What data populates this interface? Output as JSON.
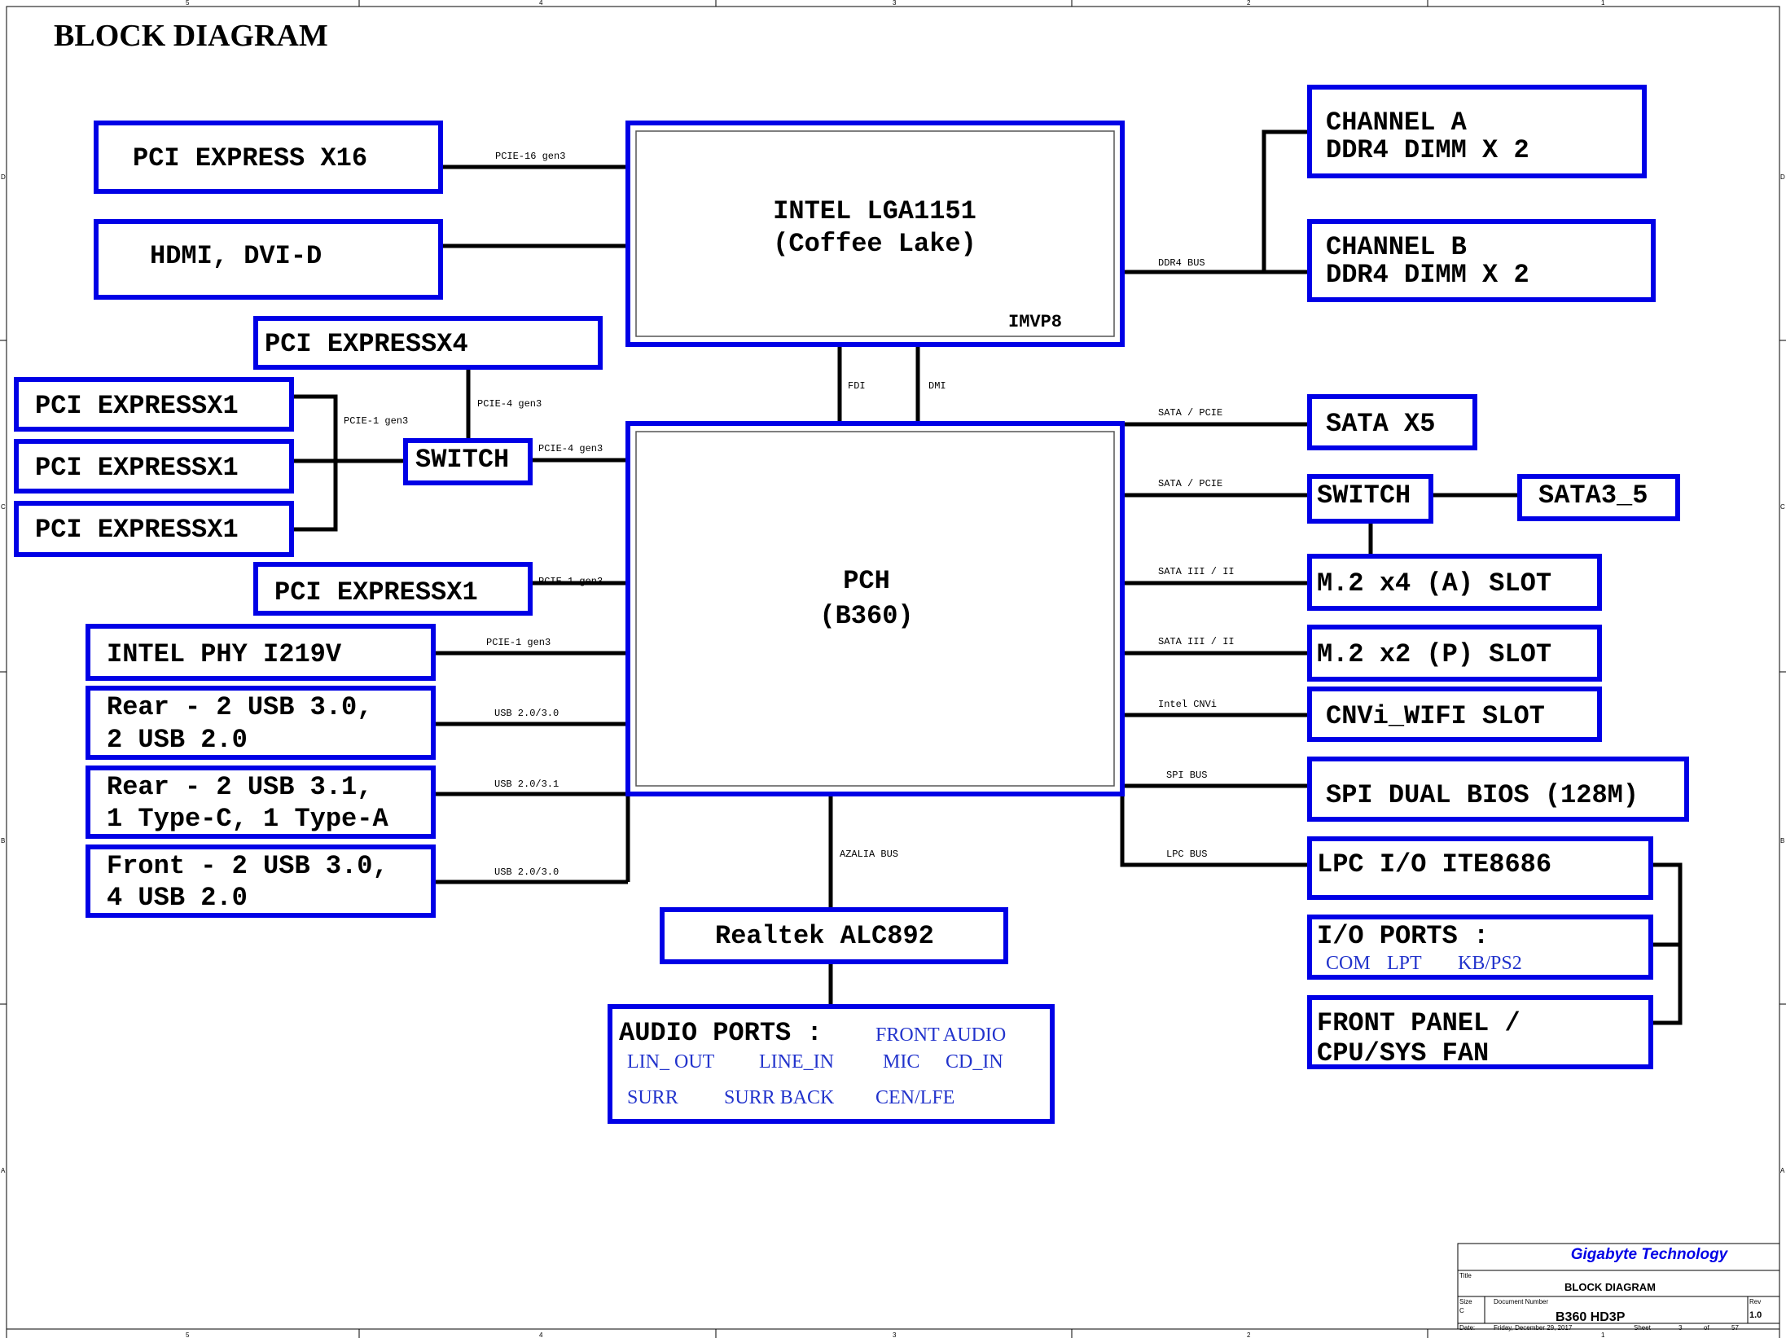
{
  "title": "BLOCK DIAGRAM",
  "colors": {
    "box": "#0000e6",
    "wire": "#000000",
    "accent_text": "#2233cc"
  },
  "border": {
    "top_numbers": [
      "5",
      "4",
      "3",
      "2",
      "1"
    ],
    "bottom_numbers": [
      "5",
      "4",
      "3",
      "2",
      "1"
    ],
    "side_letters": [
      "D",
      "C",
      "B",
      "A"
    ]
  },
  "blocks": {
    "cpu": {
      "line1": "INTEL LGA1151",
      "line2": "(Coffee Lake)",
      "sub": "IMVP8"
    },
    "pch": {
      "line1": "PCH",
      "line2": "(B360)"
    },
    "pcie_x16": "PCI EXPRESS X16",
    "hdmi": "HDMI, DVI-D",
    "pcie_x4": "PCI EXPRESSX4",
    "pcie_x1_a": "PCI EXPRESSX1",
    "pcie_x1_b": "PCI EXPRESSX1",
    "pcie_x1_c": "PCI EXPRESSX1",
    "switch_left": "SWITCH",
    "pcie_x1_d": "PCI EXPRESSX1",
    "intel_phy": "INTEL PHY I219V",
    "rear_usb30": {
      "line1": "Rear - 2 USB 3.0,",
      "line2": "2 USB 2.0"
    },
    "rear_usb31": {
      "line1": "Rear - 2 USB 3.1,",
      "line2": "1 Type-C, 1 Type-A"
    },
    "front_usb": {
      "line1": "Front - 2 USB 3.0,",
      "line2": "4 USB 2.0"
    },
    "channel_a": {
      "line1": "CHANNEL A",
      "line2": "DDR4 DIMM X 2"
    },
    "channel_b": {
      "line1": "CHANNEL B",
      "line2": "DDR4 DIMM X 2"
    },
    "sata_x5": "SATA X5",
    "switch_right": "SWITCH",
    "sata3_5": "SATA3_5",
    "m2_a": "M.2 x4 (A) SLOT",
    "m2_p": "M.2 x2 (P) SLOT",
    "cnvi": "CNVi_WIFI SLOT",
    "spi_bios": "SPI DUAL BIOS (128M)",
    "lpc_io": "LPC I/O ITE8686",
    "io_ports": {
      "title": "I/O PORTS :",
      "com": "COM",
      "lpt": "LPT",
      "kbps2": "KB/PS2"
    },
    "front_panel": {
      "line1": "FRONT PANEL /",
      "line2": "CPU/SYS FAN"
    },
    "realtek": "Realtek ALC892",
    "audio_ports": {
      "title": "AUDIO PORTS :",
      "front_audio": "FRONT AUDIO",
      "lin_out": "LIN_ OUT",
      "line_in": "LINE_IN",
      "mic": "MIC",
      "cd_in": "CD_IN",
      "surr": "SURR",
      "surr_back": "SURR BACK",
      "cen_lfe": "CEN/LFE"
    }
  },
  "bus_labels": {
    "pcie16": "PCIE-16 gen3",
    "ddr4": "DDR4 BUS",
    "fdi": "FDI",
    "dmi": "DMI",
    "pcie4_top": "PCIE-4 gen3",
    "pcie1_left": "PCIE-1 gen3",
    "pcie4_pch": "PCIE-4 gen3",
    "pcie1_x1d": "PCIE-1 gen3",
    "pcie1_phy": "PCIE-1 gen3",
    "usb_rear30": "USB 2.0/3.0",
    "usb_rear31": "USB 2.0/3.1",
    "usb_front": "USB 2.0/3.0",
    "sata_pcie_1": "SATA / PCIE",
    "sata_pcie_2": "SATA / PCIE",
    "sata_iii_1": "SATA III / II",
    "sata_iii_2": "SATA III / II",
    "intel_cnvi": "Intel CNVi",
    "spi_bus": "SPI BUS",
    "lpc_bus": "LPC BUS",
    "azalia_bus": "AZALIA BUS"
  },
  "title_block": {
    "company": "Gigabyte Technology",
    "title_label": "Title",
    "title_value": "BLOCK DIAGRAM",
    "size_label": "Size",
    "size_value": "C",
    "doc_number_label": "Document Number",
    "doc_number_value": "B360 HD3P",
    "rev_label": "Rev",
    "rev_value": "1.0",
    "date_label": "Date:",
    "date_value": "Friday, December 29, 2017",
    "sheet_label": "Sheet",
    "sheet_value": "3",
    "of_label": "of",
    "of_value": "57"
  }
}
